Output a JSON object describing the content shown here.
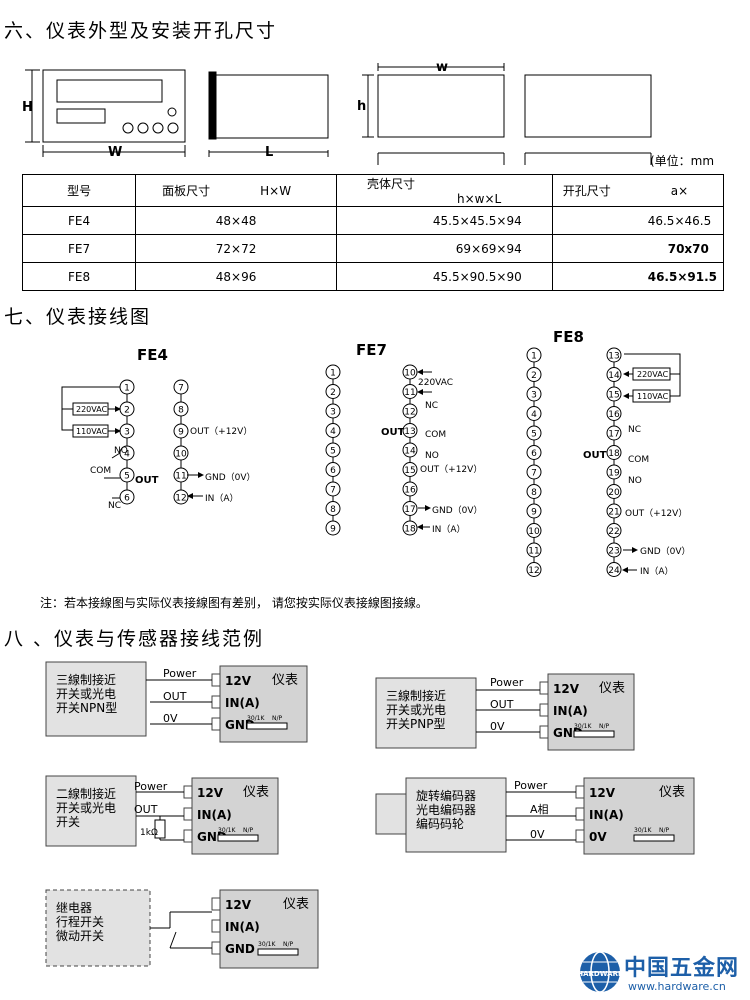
{
  "section6": {
    "title": "六、仪表外型及安装开孔尺寸",
    "unit": "(单位：mm",
    "labels": {
      "H": "H",
      "W": "W",
      "L": "L",
      "h": "h",
      "w": "w"
    }
  },
  "table": {
    "headers": [
      "型号",
      "面板尺寸",
      "H×W",
      "壳体尺寸",
      "h×w×L",
      "开孔尺寸",
      "a×"
    ],
    "rows": [
      {
        "model": "FE4",
        "panel": "48×48",
        "shell": "45.5×45.5×94",
        "cutout": "46.5×46.5"
      },
      {
        "model": "FE7",
        "panel": "72×72",
        "shell": "69×69×94",
        "cutout": "70x70"
      },
      {
        "model": "FE8",
        "panel": "48×96",
        "shell": "45.5×90.5×90",
        "cutout": "46.5×91.5"
      }
    ]
  },
  "section7": {
    "title": "七、仪表接线图",
    "fe4": {
      "title": "FE4",
      "out": "OUT",
      "no": "NO",
      "com": "COM",
      "nc": "NC",
      "v220": "220VAC",
      "v110": "110VAC",
      "out12": "OUT（+12V）",
      "gnd": "GND（0V）",
      "in": "IN（A）"
    },
    "fe7": {
      "title": "FE7",
      "v220": "220VAC",
      "nc": "NC",
      "out": "OUT",
      "com": "COM",
      "no": "NO",
      "out12": "OUT（+12V）",
      "gnd": "GND（0V）",
      "in": "IN（A）"
    },
    "fe8": {
      "title": "FE8",
      "v220": "220VAC",
      "v110": "110VAC",
      "nc": "NC",
      "out": "OUT",
      "com": "COM",
      "no": "NO",
      "out12": "OUT（+12V）",
      "gnd": "GND（0V）",
      "in": "IN（A）"
    },
    "note": "注：若本接線图与实际仪表接線图有差别，  请您按实际仪表接線图接線。"
  },
  "section8": {
    "title": "八 、仪表与传感器接线范例",
    "meter": {
      "title": "仪表",
      "v12": "12V",
      "in": "IN(A)",
      "gnd": "GND",
      "ov": "0V",
      "dip1": "30/1K",
      "dip2": "N/P"
    },
    "ex1": {
      "sensor": "三線制接近\n开关或光电\n开关NPN型",
      "power": "Power",
      "out": "OUT",
      "ov": "0V"
    },
    "ex2": {
      "sensor": "三線制接近\n开关或光电\n开关PNP型",
      "power": "Power",
      "out": "OUT",
      "ov": "0V"
    },
    "ex3": {
      "sensor": "二線制接近\n开关或光电\n开关",
      "power": "Power",
      "out": "OUT",
      "res": "1kΩ"
    },
    "ex4": {
      "sensor": "旋转编码器\n光电编码器\n编码码轮",
      "power": "Power",
      "a": "A相",
      "ov": "0V"
    },
    "ex5": {
      "sensor": "继电器\n行程开关\n微动开关"
    }
  },
  "logo": {
    "name": "中国五金网",
    "url": "www.hardware.cn",
    "badge": "HARDWARE"
  }
}
